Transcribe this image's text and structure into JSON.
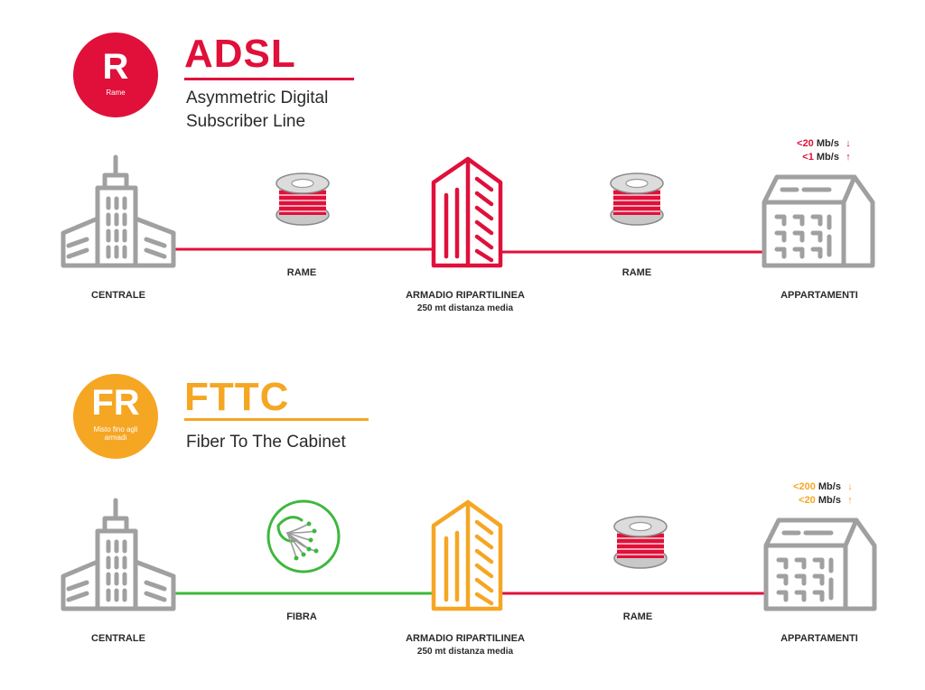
{
  "colors": {
    "red": "#e0103a",
    "orange": "#f5a623",
    "green": "#3cb83c",
    "gray": "#a0a0a0",
    "text": "#2a2a2a"
  },
  "sections": [
    {
      "badge": {
        "letter": "R",
        "sub": "Rame"
      },
      "title": "ADSL",
      "desc": [
        "Asymmetric Digital",
        "Subscriber Line"
      ],
      "labels": {
        "centrale": "CENTRALE",
        "link1": "RAME",
        "cabinet": "ARMADIO RIPARTILINEA",
        "cabinet_sub": "250 mt distanza media",
        "link2": "RAME",
        "apartments": "APPARTAMENTI"
      },
      "speeds": {
        "down": "<20",
        "up": "<1",
        "unit": "Mb/s",
        "down_arrow": "↓",
        "up_arrow": "↑"
      }
    },
    {
      "badge": {
        "letter": "FR",
        "sub": "Misto fino agli armadi"
      },
      "title": "FTTC",
      "desc": [
        "Fiber To The Cabinet"
      ],
      "labels": {
        "centrale": "CENTRALE",
        "link1": "FIBRA",
        "cabinet": "ARMADIO RIPARTILINEA",
        "cabinet_sub": "250 mt distanza media",
        "link2": "RAME",
        "apartments": "APPARTAMENTI"
      },
      "speeds": {
        "down": "<200",
        "up": "<20",
        "unit": "Mb/s",
        "down_arrow": "↓",
        "up_arrow": "↑"
      }
    }
  ]
}
